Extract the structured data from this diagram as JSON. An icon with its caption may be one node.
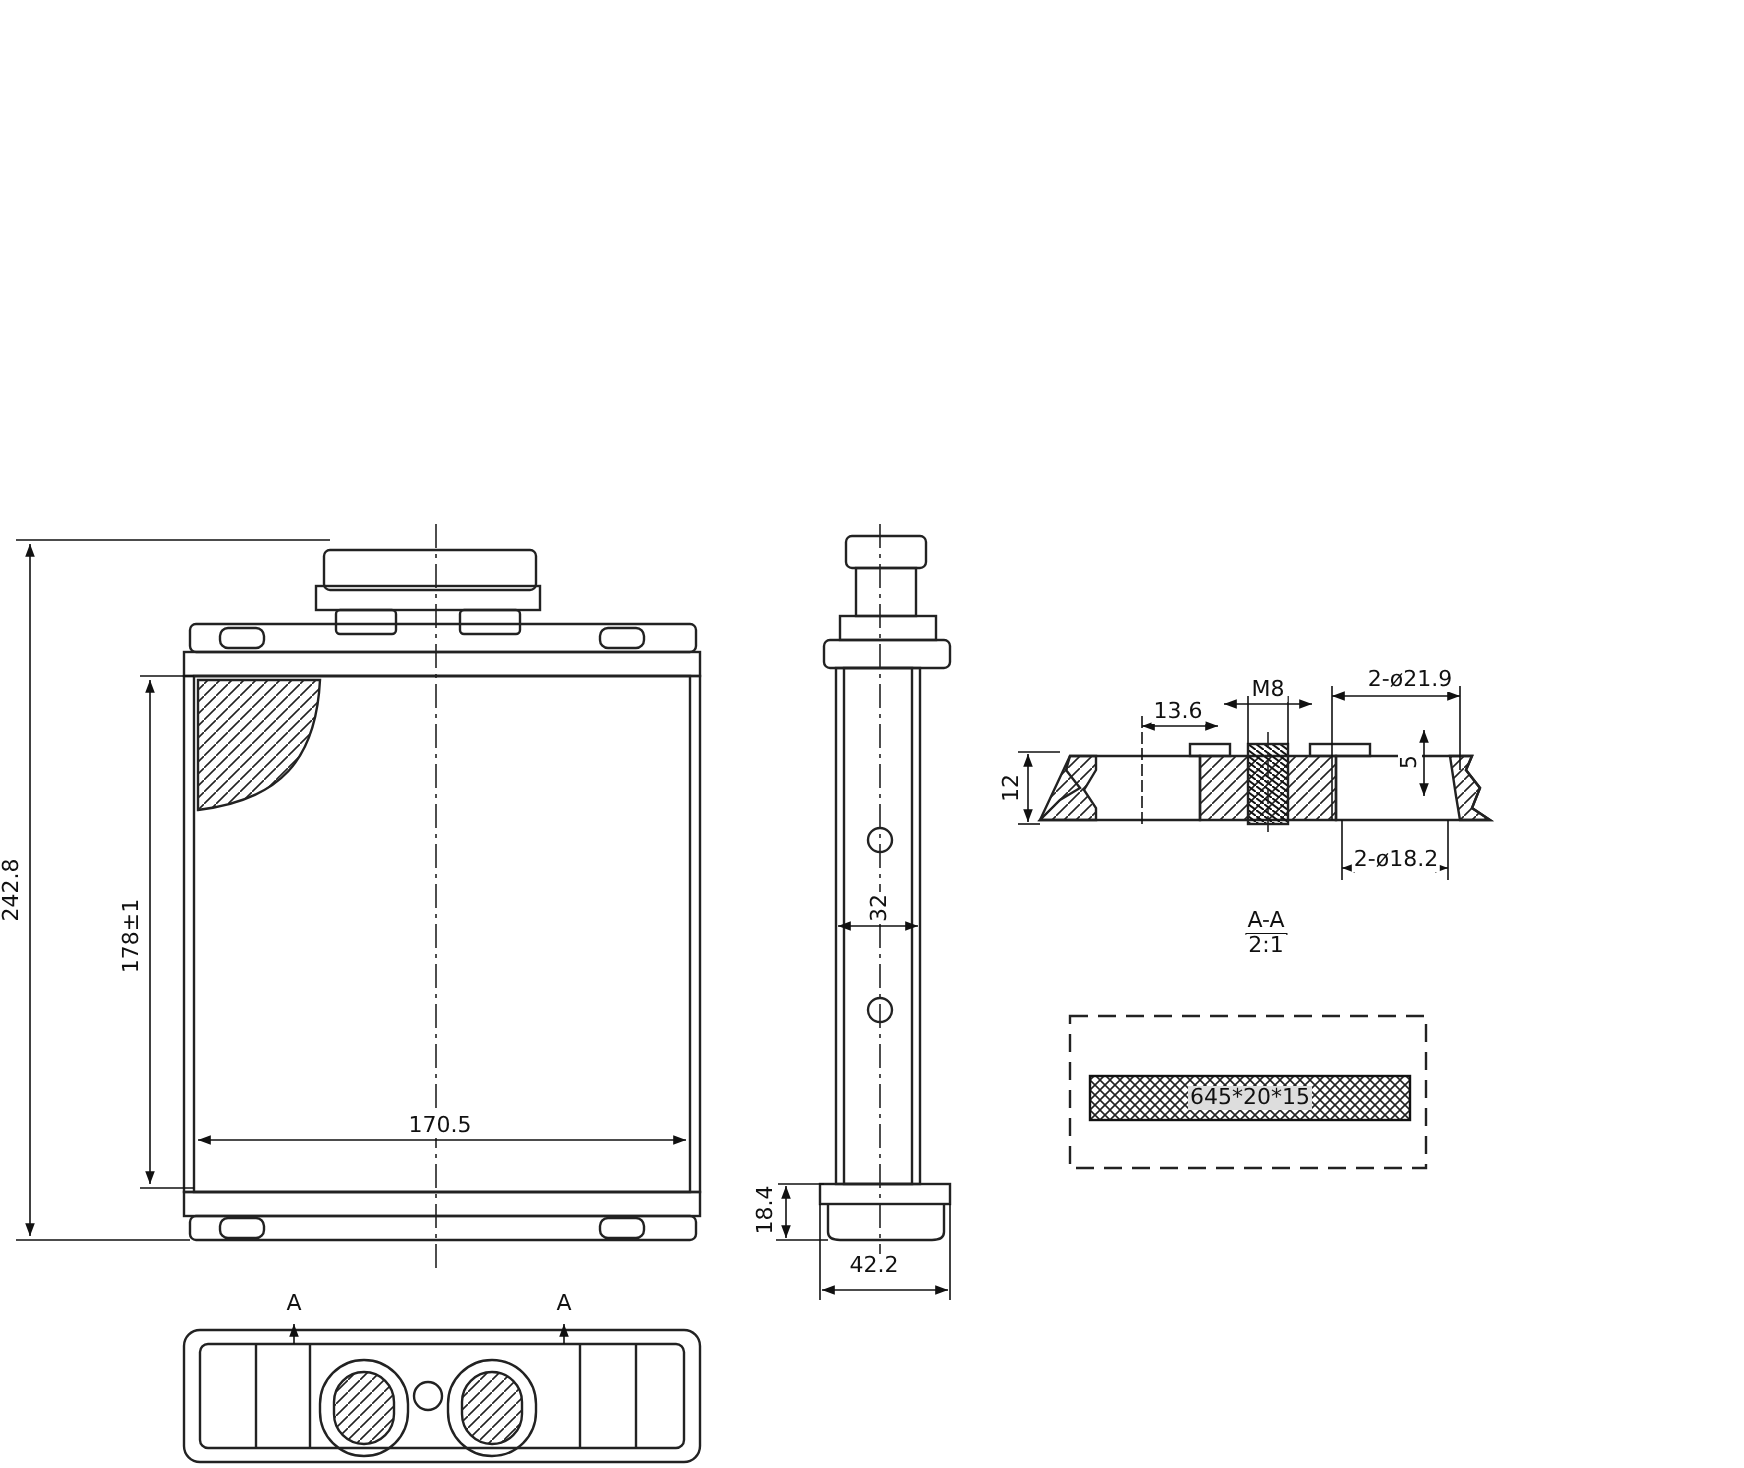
{
  "diagram": {
    "labels": [
      "M8",
      "2-ø21.9",
      "13.6",
      "12",
      "5",
      "2-ø18.2",
      "A-A",
      "2:1",
      "242.8",
      "178±1",
      "32",
      "645*20*15",
      "170.5",
      "18.4",
      "42.2",
      "A",
      "A"
    ]
  }
}
